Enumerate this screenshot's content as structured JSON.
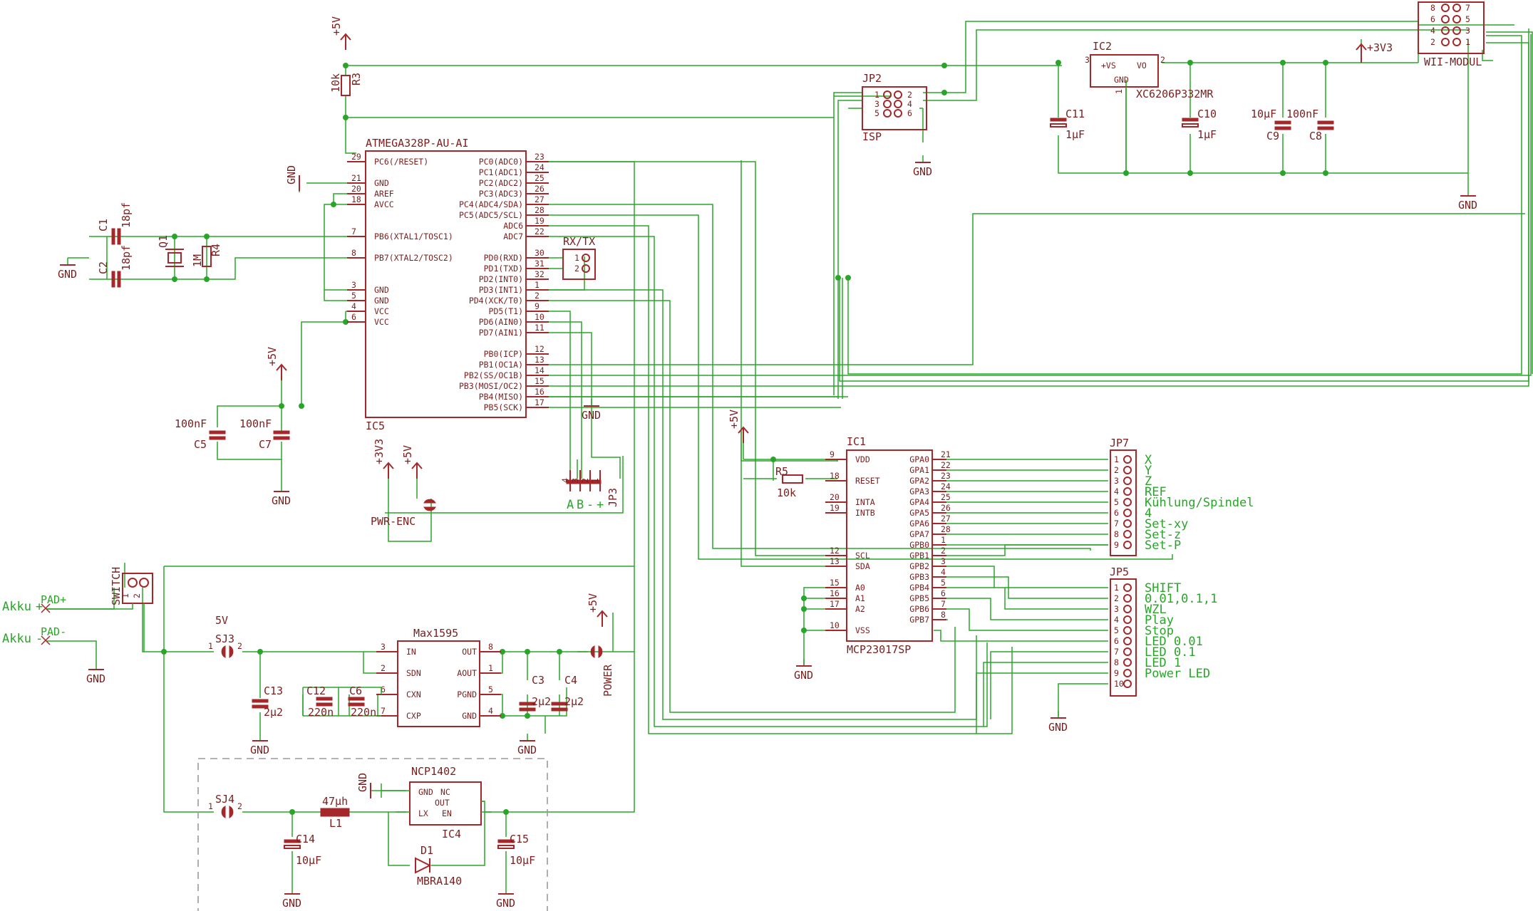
{
  "labels": {
    "ic5_name": "ATMEGA328P-AU-AI",
    "ic5_ref": "IC5",
    "ic1_ref": "IC1",
    "ic1_name": "MCP23017SP",
    "ic2_ref": "IC2",
    "ic2_name": "XC6206P332MR",
    "ic4_ref": "IC4",
    "ic4_name": "NCP1402",
    "max_name": "Max1595",
    "jp2": "JP2",
    "isp": "ISP",
    "jp7": "JP7",
    "jp5": "JP5",
    "jp3": "JP3",
    "rxtx": "RX/TX",
    "wii": "WII-MODUL",
    "switch": "SWITCH",
    "pwr_enc": "PWR-ENC",
    "power": "POWER",
    "sj3": "SJ3",
    "sj4": "SJ4",
    "five_v": "5V",
    "gnd": "GND",
    "p5v": "+5V",
    "p3v3": "+3V3",
    "akku": "Akku",
    "pad_plus": "PAD+",
    "pad_minus": "PAD-",
    "plus": "+",
    "minus": "-",
    "r3": "R3",
    "r3v": "10k",
    "r4": "R4",
    "r4v": "1M",
    "r5": "R5",
    "r5v": "10k",
    "q1": "Q1",
    "c1": "C1",
    "c1v": "18pf",
    "c2": "C2",
    "c2v": "18pf",
    "c5": "C5",
    "c5v": "100nF",
    "c7": "C7",
    "c7v": "100nF",
    "c11": "C11",
    "c11v": "1µF",
    "c10": "C10",
    "c10v": "1µF",
    "c9": "C9",
    "c9v": "10µF",
    "c8": "C8",
    "c8v": "100nF",
    "c13": "C13",
    "c13v": "2µ2",
    "c12": "C12",
    "c12v": "220n",
    "c6": "C6",
    "c6v": "220n",
    "c3": "C3",
    "c3v": "2µ2",
    "c4": "C4",
    "c4v": "2µ2",
    "c14": "C14",
    "c14v": "10µF",
    "c15": "C15",
    "c15v": "10µF",
    "l1": "L1",
    "l1v": "47µh",
    "d1": "D1",
    "d1v": "MBRA140",
    "ic2_vs": "+VS",
    "ic2_vo": "VO",
    "ic2_gnd": "GND",
    "jp3_pins": [
      "A",
      "B",
      "-",
      "+"
    ]
  },
  "ic5_left": [
    {
      "pin": "29",
      "name": "PC6(/RESET)"
    },
    {
      "pin": "21",
      "name": "GND"
    },
    {
      "pin": "20",
      "name": "AREF"
    },
    {
      "pin": "18",
      "name": "AVCC"
    },
    {
      "pin": "7",
      "name": "PB6(XTAL1/TOSC1)"
    },
    {
      "pin": "8",
      "name": "PB7(XTAL2/TOSC2)"
    },
    {
      "pin": "3",
      "name": "GND"
    },
    {
      "pin": "5",
      "name": "GND"
    },
    {
      "pin": "4",
      "name": "VCC"
    },
    {
      "pin": "6",
      "name": "VCC"
    }
  ],
  "ic5_right": [
    {
      "pin": "23",
      "name": "PC0(ADC0)"
    },
    {
      "pin": "24",
      "name": "PC1(ADC1)"
    },
    {
      "pin": "25",
      "name": "PC2(ADC2)"
    },
    {
      "pin": "26",
      "name": "PC3(ADC3)"
    },
    {
      "pin": "27",
      "name": "PC4(ADC4/SDA)"
    },
    {
      "pin": "28",
      "name": "PC5(ADC5/SCL)"
    },
    {
      "pin": "19",
      "name": "ADC6"
    },
    {
      "pin": "22",
      "name": "ADC7"
    },
    {
      "pin": "30",
      "name": "PD0(RXD)"
    },
    {
      "pin": "31",
      "name": "PD1(TXD)"
    },
    {
      "pin": "32",
      "name": "PD2(INT0)"
    },
    {
      "pin": "1",
      "name": "PD3(INT1)"
    },
    {
      "pin": "2",
      "name": "PD4(XCK/T0)"
    },
    {
      "pin": "9",
      "name": "PD5(T1)"
    },
    {
      "pin": "10",
      "name": "PD6(AIN0)"
    },
    {
      "pin": "11",
      "name": "PD7(AIN1)"
    },
    {
      "pin": "12",
      "name": "PB0(ICP)"
    },
    {
      "pin": "13",
      "name": "PB1(OC1A)"
    },
    {
      "pin": "14",
      "name": "PB2(SS/OC1B)"
    },
    {
      "pin": "15",
      "name": "PB3(MOSI/OC2)"
    },
    {
      "pin": "16",
      "name": "PB4(MISO)"
    },
    {
      "pin": "17",
      "name": "PB5(SCK)"
    }
  ],
  "ic1_left": [
    {
      "pin": "9",
      "name": "VDD"
    },
    {
      "pin": "18",
      "name": "RESET"
    },
    {
      "pin": "20",
      "name": "INTA"
    },
    {
      "pin": "19",
      "name": "INTB"
    },
    {
      "pin": "12",
      "name": "SCL"
    },
    {
      "pin": "13",
      "name": "SDA"
    },
    {
      "pin": "15",
      "name": "A0"
    },
    {
      "pin": "16",
      "name": "A1"
    },
    {
      "pin": "17",
      "name": "A2"
    },
    {
      "pin": "10",
      "name": "VSS"
    }
  ],
  "ic1_right": [
    {
      "pin": "21",
      "name": "GPA0"
    },
    {
      "pin": "22",
      "name": "GPA1"
    },
    {
      "pin": "23",
      "name": "GPA2"
    },
    {
      "pin": "24",
      "name": "GPA3"
    },
    {
      "pin": "25",
      "name": "GPA4"
    },
    {
      "pin": "26",
      "name": "GPA5"
    },
    {
      "pin": "27",
      "name": "GPA6"
    },
    {
      "pin": "28",
      "name": "GPA7"
    },
    {
      "pin": "1",
      "name": "GPB0"
    },
    {
      "pin": "2",
      "name": "GPB1"
    },
    {
      "pin": "3",
      "name": "GPB2"
    },
    {
      "pin": "4",
      "name": "GPB3"
    },
    {
      "pin": "5",
      "name": "GPB4"
    },
    {
      "pin": "6",
      "name": "GPB5"
    },
    {
      "pin": "7",
      "name": "GPB6"
    },
    {
      "pin": "8",
      "name": "GPB7"
    }
  ],
  "max1595_left": [
    {
      "pin": "3",
      "name": "IN"
    },
    {
      "pin": "2",
      "name": "SDN"
    },
    {
      "pin": "6",
      "name": "CXN"
    },
    {
      "pin": "7",
      "name": "CXP"
    }
  ],
  "max1595_right": [
    {
      "pin": "8",
      "name": "OUT"
    },
    {
      "pin": "1",
      "name": "AOUT"
    },
    {
      "pin": "5",
      "name": "PGND"
    },
    {
      "pin": "4",
      "name": "GND"
    }
  ],
  "ncp1402_pins": [
    "GND",
    "NC",
    "OUT",
    "LX",
    "EN"
  ],
  "jp7_labels": [
    "X",
    "Y",
    "Z",
    "REF",
    "Kühlung/Spindel",
    "4",
    "Set-xy",
    "Set-z",
    "Set-P"
  ],
  "jp5_labels": [
    "SHIFT",
    "0.01,0.1,1",
    "WZL",
    "Play",
    "Stop",
    "LED 0.01",
    "LED 0.1",
    "LED 1",
    "Power LED"
  ],
  "jp2_pins": [
    "1",
    "2",
    "3",
    "4",
    "5",
    "6"
  ],
  "wii_pins_left": [
    "8",
    "6",
    "4",
    "2"
  ],
  "wii_pins_right": [
    "7",
    "5",
    "3",
    "1"
  ],
  "colors": {
    "wire": "#2aa52a",
    "part": "#a5272a",
    "text": "#7a1e1e",
    "frame": "#9a9a9a"
  }
}
